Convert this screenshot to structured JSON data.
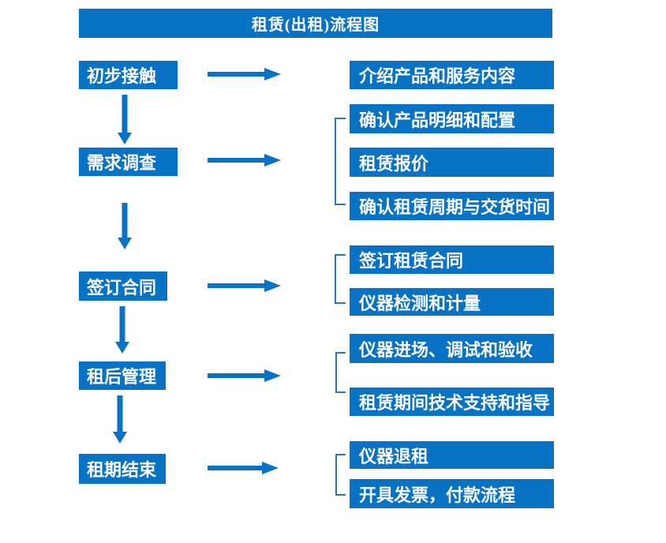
{
  "title": "租赁(出租)流程图",
  "colors": {
    "primary": "#0872c4",
    "connector": "#2e75b6",
    "text": "#ffffff",
    "background": "#ffffff"
  },
  "flow": [
    {
      "step": "初步接触",
      "outputs": [
        "介绍产品和服务内容"
      ]
    },
    {
      "step": "需求调查",
      "outputs": [
        "确认产品明细和配置",
        "租赁报价",
        "确认租赁周期与交货时间"
      ]
    },
    {
      "step": "签订合同",
      "outputs": [
        "签订租赁合同",
        "仪器检测和计量"
      ]
    },
    {
      "step": "租后管理",
      "outputs": [
        "仪器进场、调试和验收",
        "租赁期间技术支持和指导"
      ]
    },
    {
      "step": "租期结束",
      "outputs": [
        "仪器退租",
        "开具发票，付款流程"
      ]
    }
  ]
}
